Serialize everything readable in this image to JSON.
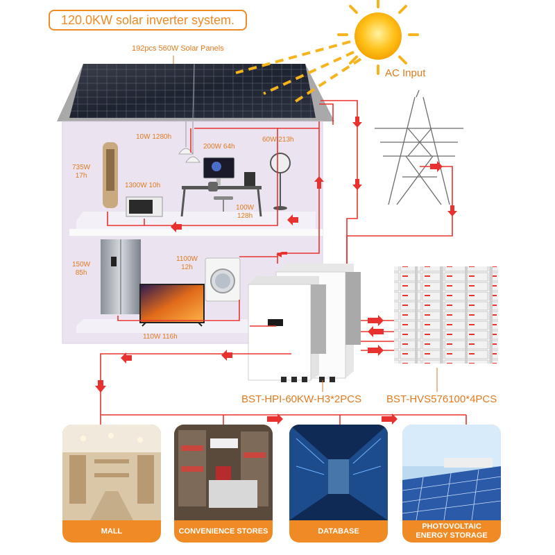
{
  "title": "120.0KW solar inverter system.",
  "panels_label": "192pcs 560W Solar Panels",
  "ac_input_label": "AC Input",
  "appliances": {
    "lamp": "10W 1280h",
    "computer": "200W 64h",
    "fan": "60W 213h",
    "tower_fan": "735W\n17h",
    "microwave": "1300W 10h",
    "speaker": "100W\n128h",
    "fridge": "150W\n85h",
    "washer": "1100W\n12h",
    "tv": "110W 116h"
  },
  "inverter_label": "BST-HPI-60KW-H3*2PCS",
  "battery_label": "BST-HVS576100*4PCS",
  "cards": [
    {
      "label": "MALL"
    },
    {
      "label": "CONVENIENCE STORES"
    },
    {
      "label": "DATABASE"
    },
    {
      "label": "PHOTOVOLTAIC\nENERGY STORAGE"
    }
  ],
  "colors": {
    "accent_orange": "#f08a24",
    "wire_red": "#e8322f",
    "house_wall": "#ebe4f0",
    "roof": "#bdbdbd"
  }
}
